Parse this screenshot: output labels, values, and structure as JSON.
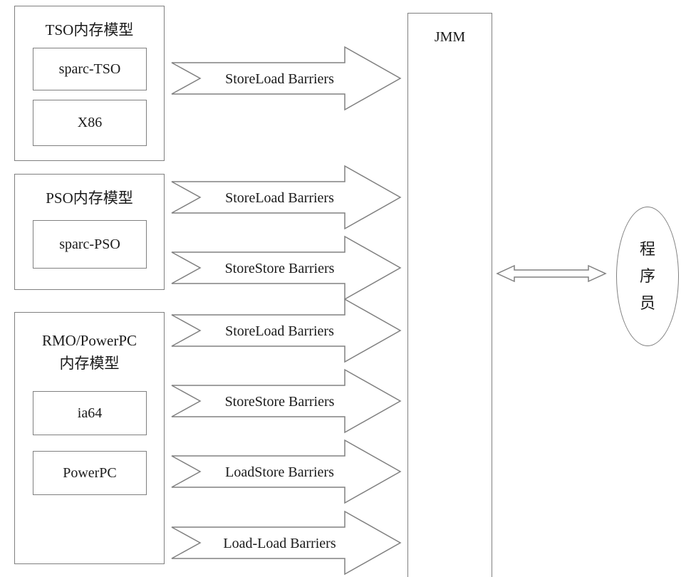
{
  "tso": {
    "title": "TSO内存模型",
    "items": [
      "sparc-TSO",
      "X86"
    ]
  },
  "pso": {
    "title": "PSO内存模型",
    "items": [
      "sparc-PSO"
    ]
  },
  "rmo": {
    "title_line1": "RMO/PowerPC",
    "title_line2": "内存模型",
    "items": [
      "ia64",
      "PowerPC"
    ]
  },
  "barriers": [
    "StoreLoad Barriers",
    "StoreLoad Barriers",
    "StoreStore Barriers",
    "StoreLoad Barriers",
    "StoreStore Barriers",
    "LoadStore Barriers",
    "Load-Load Barriers"
  ],
  "jmm": {
    "label": "JMM"
  },
  "programmer": {
    "chars": [
      "程",
      "序",
      "员"
    ]
  }
}
